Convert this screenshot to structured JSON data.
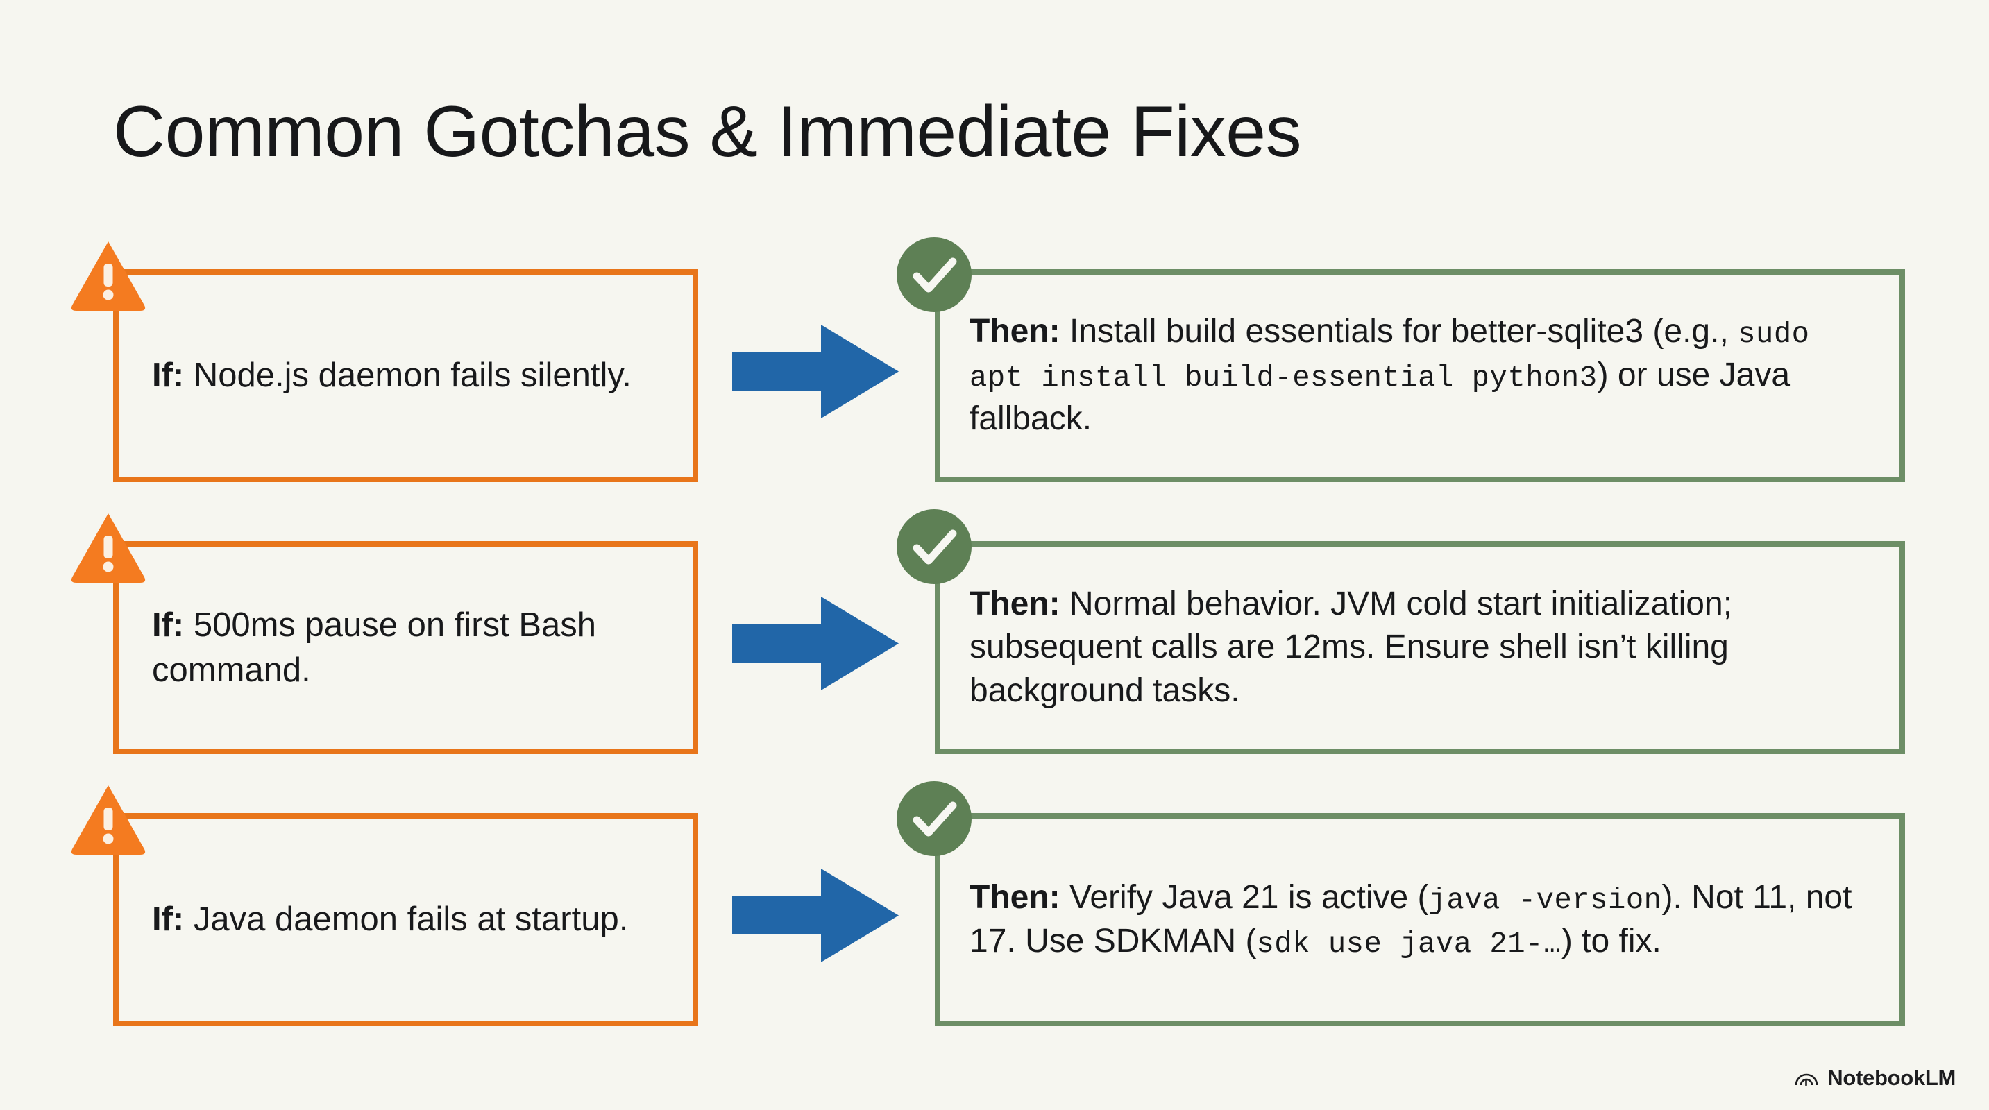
{
  "page": {
    "title": "Common Gotchas & Immediate Fixes",
    "background_color": "#f6f6f0"
  },
  "colors": {
    "warning_orange": "#e8751a",
    "warning_icon_orange": "#f47b20",
    "success_green": "#6d8e66",
    "success_icon_green": "#5e8055",
    "arrow_blue": "#2166a8",
    "text": "#18191b"
  },
  "rows": [
    {
      "warning_icon": "warning-triangle-icon",
      "arrow_icon": "right-arrow-icon",
      "success_icon": "check-circle-icon",
      "if": {
        "lead": "If:",
        "text": " Node.js daemon fails silently."
      },
      "then": {
        "lead": "Then:",
        "part1": " Install build essentials for better-sqlite3 (e.g., ",
        "code1": "sudo apt install build-essential python3",
        "part2": ") or use Java fallback."
      }
    },
    {
      "warning_icon": "warning-triangle-icon",
      "arrow_icon": "right-arrow-icon",
      "success_icon": "check-circle-icon",
      "if": {
        "lead": "If:",
        "text": " 500ms pause on first Bash command."
      },
      "then": {
        "lead": "Then:",
        "part1": " Normal behavior. JVM cold start initialization; subsequent calls are 12ms. Ensure shell isn’t killing background tasks.",
        "code1": "",
        "part2": ""
      }
    },
    {
      "warning_icon": "warning-triangle-icon",
      "arrow_icon": "right-arrow-icon",
      "success_icon": "check-circle-icon",
      "if": {
        "lead": "If:",
        "text": " Java daemon fails at startup."
      },
      "then": {
        "lead": "Then:",
        "part1": " Verify Java 21 is active (",
        "code1": "java -version",
        "part2": "). Not 11, not 17. Use SDKMAN (",
        "code2": "sdk use java 21-…",
        "part3": ") to fix."
      }
    }
  ],
  "watermark": {
    "label": "NotebookLM",
    "icon": "notebooklm-logo-icon"
  }
}
